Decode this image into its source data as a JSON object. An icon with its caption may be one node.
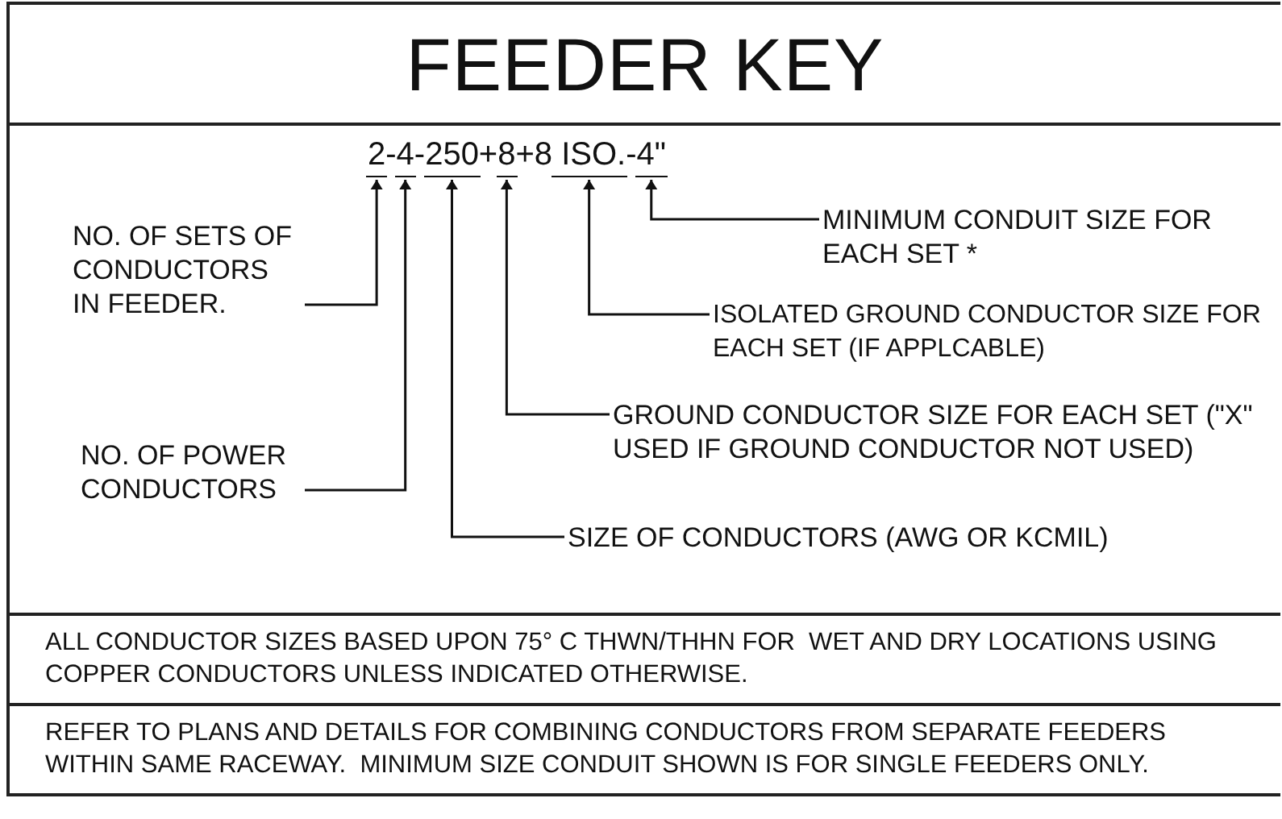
{
  "diagram": {
    "title": "FEEDER KEY",
    "nodes": [
      {
        "text": [],
        "shape": "bar"
      },
      {
        "text": [],
        "shape": "bar"
      },
      {
        "text": [],
        "shape": "bar"
      },
      {
        "text": [],
        "shape": "bar"
      },
      {
        "text": [],
        "shape": "bar"
      },
      {
        "text": [],
        "shape": "bar"
      },
      {
        "text": [
          "NO. OF SETS OF CONDUCTORS IN FEEDER."
        ]
      },
      {
        "text": [
          "MINIMUM CONDUIT SIZE FOR EACH SET *"
        ]
      },
      {
        "text": [
          "ISOLATED GROUND CONDUCTOR SIZE FOR EACH SET (IF APPLCABLE)"
        ]
      },
      {
        "text": [
          "GROUND CONDUCTOR SIZE FOR EACH SET (\"X\" USED IF GROUND CONDUCTOR NOT USED)"
        ]
      },
      {
        "text": [
          "NO. OF POWER CONDUCTORS"
        ]
      },
      {
        "text": [
          "SIZE OF CONDUCTORS (AWG OR KCMIL)"
        ]
      }
    ],
    "edges": [
      {
        "from": 6,
        "to": 0,
        "arrow": "to"
      },
      {
        "from": 7,
        "to": 5,
        "arrow": "to"
      },
      {
        "from": 8,
        "to": 4,
        "arrow": "to"
      },
      {
        "from": 9,
        "to": 3,
        "arrow": "to"
      },
      {
        "from": 10,
        "to": 1,
        "arrow": "to"
      },
      {
        "from": 11,
        "to": 2,
        "arrow": "to"
      }
    ],
    "labels": [
      "2-4-250+8+8 ISO.-4\"",
      "ALL CONDUCTOR SIZES BASED UPON 75° C THWN/THHN FOR  WET AND DRY LOCATIONS USING COPPER CONDUCTORS UNLESS INDICATED OTHERWISE.",
      "REFER TO PLANS AND DETAILS FOR COMBINING CONDUCTORS FROM SEPARATE FEEDERS WITHIN SAME RACEWAY.  MINIMUM SIZE CONDUIT SHOWN IS FOR SINGLE FEEDERS ONLY."
    ]
  }
}
